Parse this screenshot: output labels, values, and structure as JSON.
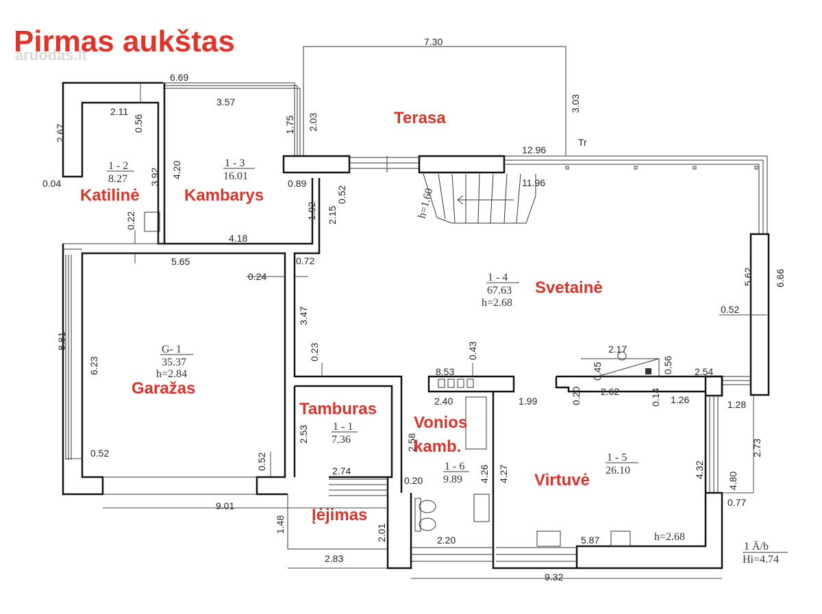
{
  "title": "Pirmas aukštas",
  "watermark": "aruodas.lt",
  "colors": {
    "accent": "#e0342a",
    "lines": "#111111"
  },
  "rooms": {
    "terasa": "Terasa",
    "katiline": "Katilinė",
    "kambarys": "Kambarys",
    "svetaine": "Svetainė",
    "garazas": "Garažas",
    "tamburas": "Tamburas",
    "vonios_1": "Vonios",
    "vonios_2": "kamb.",
    "virtuve": "Virtuvė",
    "iejimas": "Įėjimas"
  },
  "room_codes": {
    "katiline": {
      "code": "1 - 2",
      "area": "8.27"
    },
    "kambarys": {
      "code": "1 - 3",
      "area": "16.01"
    },
    "svetaine": {
      "code": "1 - 4",
      "area": "67.63",
      "height": "h=2.68"
    },
    "garazas": {
      "code": "G- 1",
      "area": "35.37",
      "height": "h=2.84"
    },
    "tamburas": {
      "code": "1 - 1",
      "area": "7.36"
    },
    "vonios": {
      "code": "1 - 6",
      "area": "9.89"
    },
    "virtuve": {
      "code": "1 - 5",
      "area": "26.10",
      "height": "h=2.68"
    }
  },
  "dimensions": {
    "d_7_30": "7.30",
    "d_6_69": "6.69",
    "d_3_57": "3.57",
    "d_2_03": "2.03",
    "d_3_03": "3.03",
    "d_2_67": "2.67",
    "d_2_11": "2.11",
    "d_0_56a": "0.56",
    "d_1_75": "1.75",
    "d_12_96": "12.96",
    "d_tr": "Tr",
    "d_4_20": "4.20",
    "d_3_92": "3.92",
    "d_0_04": "0.04",
    "d_0_89": "0.89",
    "d_0_52a": "0.52",
    "d_h160": "h=1.60",
    "d_11_96": "11.96",
    "d_1_92": "1.92",
    "d_2_15": "2.15",
    "d_0_22": "0.22",
    "d_4_18": "4.18",
    "d_5_65": "5.65",
    "d_0_72": "0.72",
    "d_0_24": "0.24",
    "d_5_62": "5.62",
    "d_6_66": "6.66",
    "d_3_47": "3.47",
    "d_0_52b": "0.52",
    "d_8_81": "8.81",
    "d_6_23": "6.23",
    "d_0_23": "0.23",
    "d_0_43": "0.43",
    "d_2_17": "2.17",
    "d_0_45": "0.45",
    "d_0_56b": "0.56",
    "d_2_54": "2.54",
    "d_8_53": "8.53",
    "d_2_40": "2.40",
    "d_1_99": "1.99",
    "d_0_20a": "0.20",
    "d_2_62": "2.62",
    "d_0_14": "0.14",
    "d_1_26": "1.26",
    "d_1_28": "1.28",
    "d_2_53": "2.53",
    "d_2_58": "2.58",
    "d_2_73": "2.73",
    "d_0_52c": "0.52",
    "d_0_52d": "0.52",
    "d_2_74": "2.74",
    "d_4_26": "4.26",
    "d_4_27": "4.27",
    "d_4_32": "4.32",
    "d_4_80": "4.80",
    "d_0_20b": "0.20",
    "d_0_77": "0.77",
    "d_9_01": "9.01",
    "d_1_48": "1.48",
    "d_2_01": "2.01",
    "d_2_20": "2.20",
    "d_5_87": "5.87",
    "d_h268b": "h=2.68",
    "d_2_83": "2.83",
    "d_9_32": "9.32"
  },
  "legend": {
    "line1": "1 Ä/b",
    "line2": "Hi=4.74"
  }
}
